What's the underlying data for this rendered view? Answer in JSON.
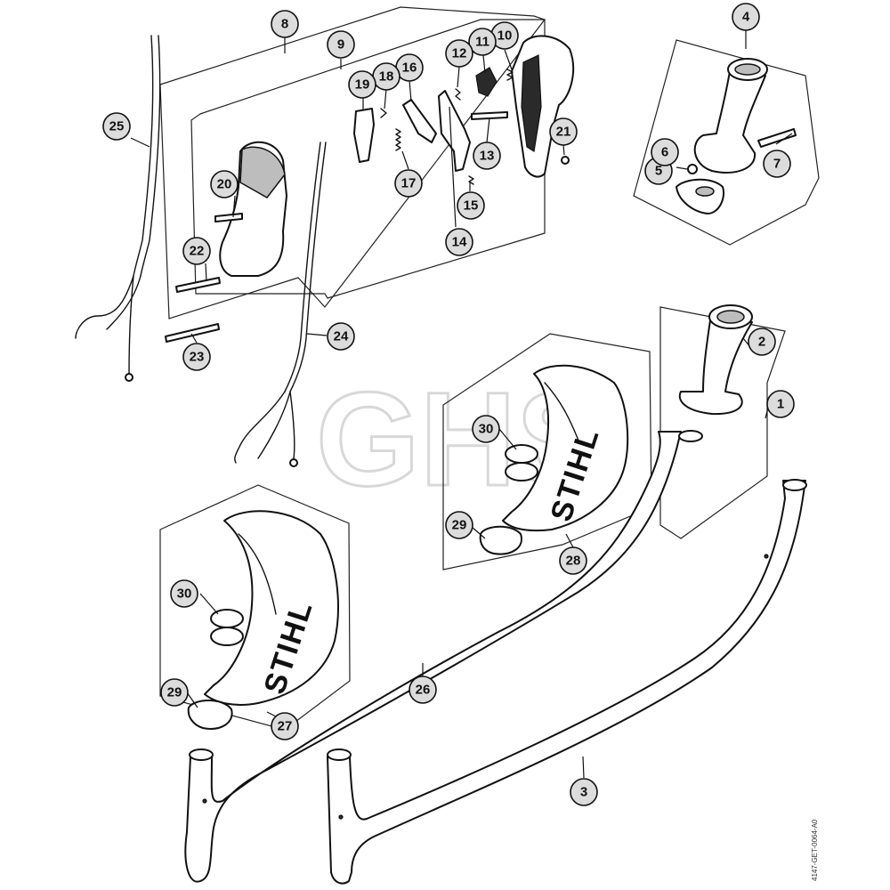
{
  "watermark": "GHS",
  "brand_mark": "STIHL",
  "drawing_code": "4147-GET-0064-A0",
  "callouts": [
    {
      "id": "c1",
      "label": "1"
    },
    {
      "id": "c2",
      "label": "2"
    },
    {
      "id": "c3",
      "label": "3"
    },
    {
      "id": "c4",
      "label": "4"
    },
    {
      "id": "c5",
      "label": "5"
    },
    {
      "id": "c6",
      "label": "6"
    },
    {
      "id": "c7",
      "label": "7"
    },
    {
      "id": "c8",
      "label": "8"
    },
    {
      "id": "c9",
      "label": "9"
    },
    {
      "id": "c10",
      "label": "10"
    },
    {
      "id": "c11",
      "label": "11"
    },
    {
      "id": "c12",
      "label": "12"
    },
    {
      "id": "c13",
      "label": "13"
    },
    {
      "id": "c14",
      "label": "14"
    },
    {
      "id": "c15",
      "label": "15"
    },
    {
      "id": "c16",
      "label": "16"
    },
    {
      "id": "c17",
      "label": "17"
    },
    {
      "id": "c18",
      "label": "18"
    },
    {
      "id": "c19",
      "label": "19"
    },
    {
      "id": "c20",
      "label": "20"
    },
    {
      "id": "c21",
      "label": "21"
    },
    {
      "id": "c22",
      "label": "22"
    },
    {
      "id": "c23",
      "label": "23"
    },
    {
      "id": "c24",
      "label": "24"
    },
    {
      "id": "c25",
      "label": "25"
    },
    {
      "id": "c26",
      "label": "26"
    },
    {
      "id": "c27",
      "label": "27"
    },
    {
      "id": "c28",
      "label": "28"
    },
    {
      "id": "c29a",
      "label": "29"
    },
    {
      "id": "c29b",
      "label": "29"
    },
    {
      "id": "c30a",
      "label": "30"
    },
    {
      "id": "c30b",
      "label": "30"
    }
  ]
}
